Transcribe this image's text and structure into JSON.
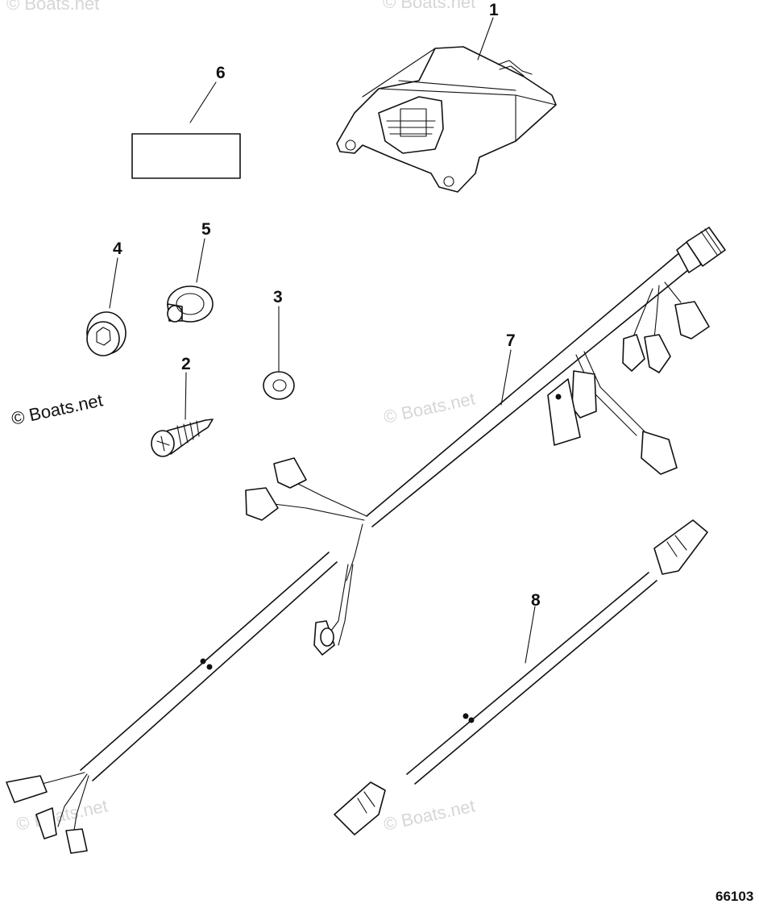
{
  "diagram": {
    "figure_number": "66103",
    "watermark_text": "© Boats.net",
    "callouts": [
      {
        "id": "1",
        "label": "1"
      },
      {
        "id": "2",
        "label": "2"
      },
      {
        "id": "3",
        "label": "3"
      },
      {
        "id": "4",
        "label": "4"
      },
      {
        "id": "5",
        "label": "5"
      },
      {
        "id": "6",
        "label": "6"
      },
      {
        "id": "7",
        "label": "7"
      },
      {
        "id": "8",
        "label": "8"
      }
    ]
  }
}
